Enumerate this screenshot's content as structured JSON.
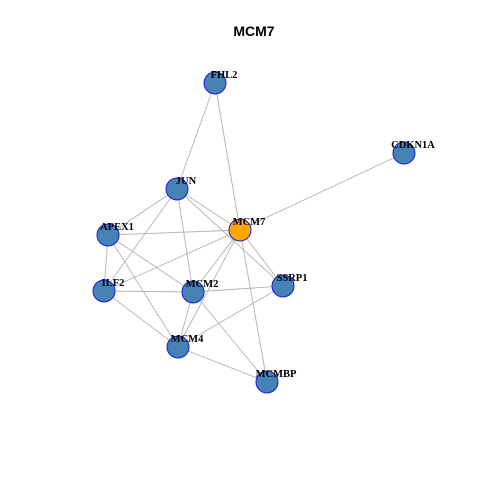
{
  "title": "MCM7",
  "colors": {
    "node_fill": "#4682B4",
    "node_stroke": "#1a1adb",
    "center_fill": "#FFA500",
    "edge": "#b3b3b3",
    "label": "#000000"
  },
  "nodes": [
    {
      "id": "FHL2",
      "label": "FHL2",
      "center": false
    },
    {
      "id": "CDKN1A",
      "label": "CDKN1A",
      "center": false
    },
    {
      "id": "JUN",
      "label": "JUN",
      "center": false
    },
    {
      "id": "APEX1",
      "label": "APEX1",
      "center": false
    },
    {
      "id": "MCM7",
      "label": "MCM7",
      "center": true
    },
    {
      "id": "ILF2",
      "label": "ILF2",
      "center": false
    },
    {
      "id": "MCM2",
      "label": "MCM2",
      "center": false
    },
    {
      "id": "SSRP1",
      "label": "SSRP1",
      "center": false
    },
    {
      "id": "MCM4",
      "label": "MCM4",
      "center": false
    },
    {
      "id": "MCMBP",
      "label": "MCMBP",
      "center": false
    }
  ],
  "edges": [
    [
      "FHL2",
      "JUN"
    ],
    [
      "FHL2",
      "MCM7"
    ],
    [
      "CDKN1A",
      "MCM7"
    ],
    [
      "JUN",
      "APEX1"
    ],
    [
      "JUN",
      "MCM7"
    ],
    [
      "JUN",
      "ILF2"
    ],
    [
      "JUN",
      "MCM2"
    ],
    [
      "JUN",
      "SSRP1"
    ],
    [
      "APEX1",
      "MCM7"
    ],
    [
      "APEX1",
      "ILF2"
    ],
    [
      "APEX1",
      "MCM2"
    ],
    [
      "APEX1",
      "MCM4"
    ],
    [
      "MCM7",
      "ILF2"
    ],
    [
      "MCM7",
      "MCM2"
    ],
    [
      "MCM7",
      "SSRP1"
    ],
    [
      "MCM7",
      "MCM4"
    ],
    [
      "MCM7",
      "MCMBP"
    ],
    [
      "ILF2",
      "MCM2"
    ],
    [
      "ILF2",
      "MCM4"
    ],
    [
      "MCM2",
      "SSRP1"
    ],
    [
      "MCM2",
      "MCM4"
    ],
    [
      "MCM2",
      "MCMBP"
    ],
    [
      "SSRP1",
      "MCM4"
    ],
    [
      "MCM4",
      "MCMBP"
    ]
  ]
}
